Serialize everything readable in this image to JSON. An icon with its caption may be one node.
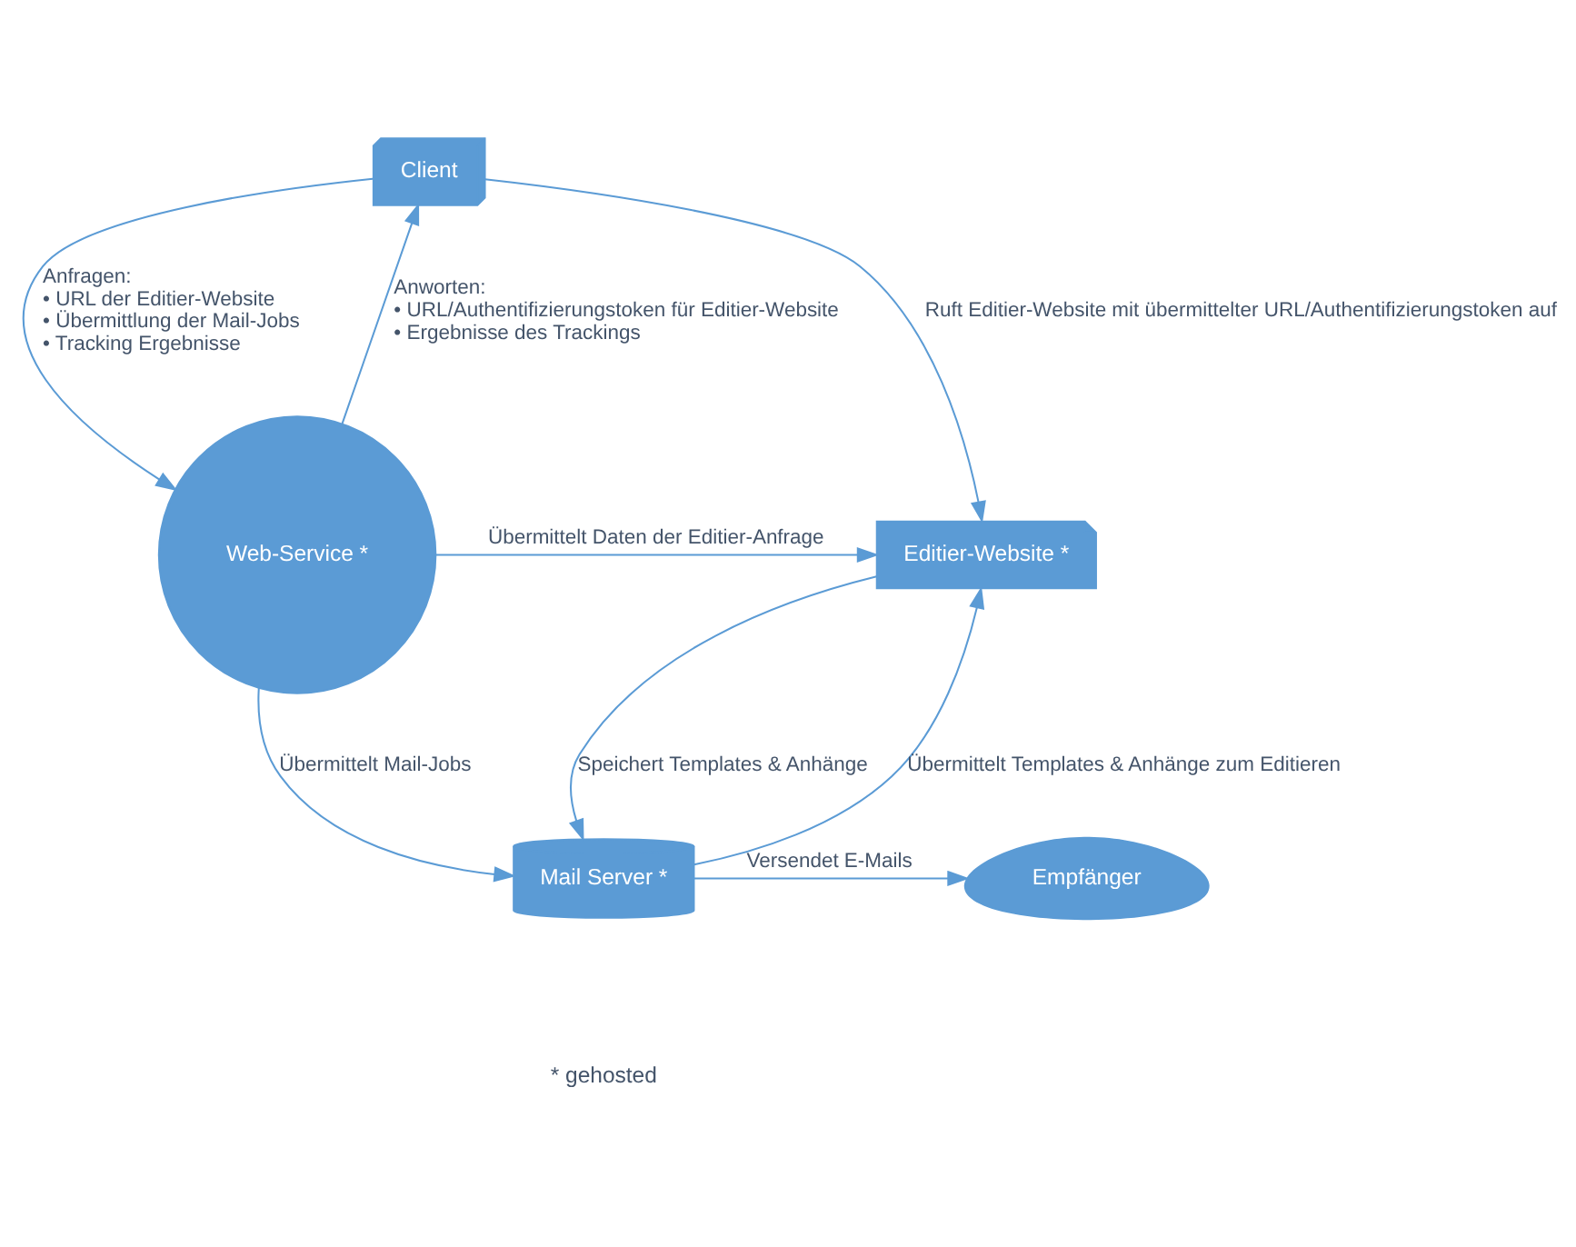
{
  "diagram": {
    "nodes": [
      {
        "text": [
          "Client"
        ]
      },
      {
        "text": [
          "Web-Service *"
        ]
      },
      {
        "text": [
          "Editier-Website *"
        ]
      },
      {
        "text": [
          "Mail Server *"
        ]
      },
      {
        "text": [
          "Empfänger"
        ]
      }
    ],
    "edges": [
      {
        "from": 0,
        "to": 1,
        "arrow": "to",
        "label": "Anfragen: • URL der Editier-Website • Übermittlung der Mail-Jobs • Tracking Ergebnisse"
      },
      {
        "from": 1,
        "to": 0,
        "arrow": "to",
        "label": "Anworten: • URL/Authentifizierungstoken für Editier-Website • Ergebnisse des Trackings"
      },
      {
        "from": 0,
        "to": 2,
        "arrow": "to",
        "label": "Ruft Editier-Website mit übermittelter URL/Authentifizierungstoken auf"
      },
      {
        "from": 1,
        "to": 2,
        "arrow": "to",
        "label": "Übermittelt Daten der Editier-Anfrage"
      },
      {
        "from": 1,
        "to": 3,
        "arrow": "to",
        "label": "Übermittelt Mail-Jobs"
      },
      {
        "from": 3,
        "to": 2,
        "arrow": "to",
        "label": "Übermittelt Templates & Anhänge zum Editieren"
      },
      {
        "from": 2,
        "to": 3,
        "arrow": "to",
        "label": "Speichert Templates & Anhänge"
      },
      {
        "from": 3,
        "to": 4,
        "arrow": "to",
        "label": "Versendet E-Mails"
      }
    ],
    "labels": [
      "* gehosted"
    ]
  }
}
